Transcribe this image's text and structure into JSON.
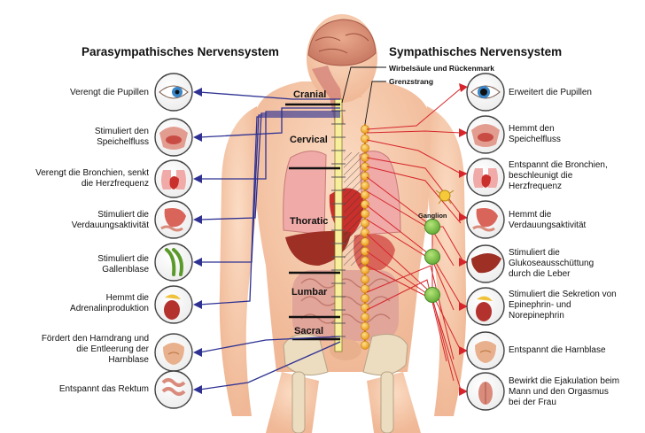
{
  "titles": {
    "parasympathetic": "Parasympathisches Nervensystem",
    "sympathetic": "Sympathisches Nervensystem"
  },
  "annotations": {
    "spine": "Wirbelsäule und Rückenmark",
    "chain": "Grenzstrang",
    "ganglion": "Ganglion"
  },
  "segments": [
    "Cranial",
    "Cervical",
    "Thoratic",
    "Lumbar",
    "Sacral"
  ],
  "left_labels": [
    "Verengt die Pupillen",
    "Stimuliert den Speichelfluss",
    "Verengt die Bronchien, senkt die Herzfrequenz",
    "Stimuliert die Verdauungsaktivität",
    "Stimuliert die Gallenblase",
    "Hemmt die Adrenalinproduktion",
    "Fördert den Harndrang und die Entleerung der Harnblase",
    "Entspannt das Rektum"
  ],
  "right_labels": [
    "Erweitert die Pupillen",
    "Hemmt den Speichelfluss",
    "Entspannt die Bronchien, beschleunigt die Herzfrequenz",
    "Hemmt die Verdauungsaktivität",
    "Stimuliert die Glukoseausschüttung durch die Leber",
    "Stimuliert die Sekretion von Epinephrin- und Norepinephrin",
    "Entspannt die Harnblase",
    "Bewirkt die Ejakulation beim Mann und den Orgasmus bei der Frau"
  ],
  "organs_left": [
    "eye-icon",
    "salivary-gland-icon",
    "lungs-icon",
    "stomach-icon",
    "gallbladder-icon",
    "adrenal-icon",
    "bladder-icon",
    "rectum-icon"
  ],
  "organs_right": [
    "eye-icon",
    "salivary-gland-icon",
    "lungs-icon",
    "stomach-icon",
    "liver-icon",
    "adrenal-icon",
    "bladder-icon",
    "genital-icon"
  ],
  "colors": {
    "parasympathetic_line": "#2e3192",
    "sympathetic_line": "#d6262b",
    "ganglion": "#7dc242",
    "skin": "#f6c9a8",
    "chain": "#f2a319"
  }
}
